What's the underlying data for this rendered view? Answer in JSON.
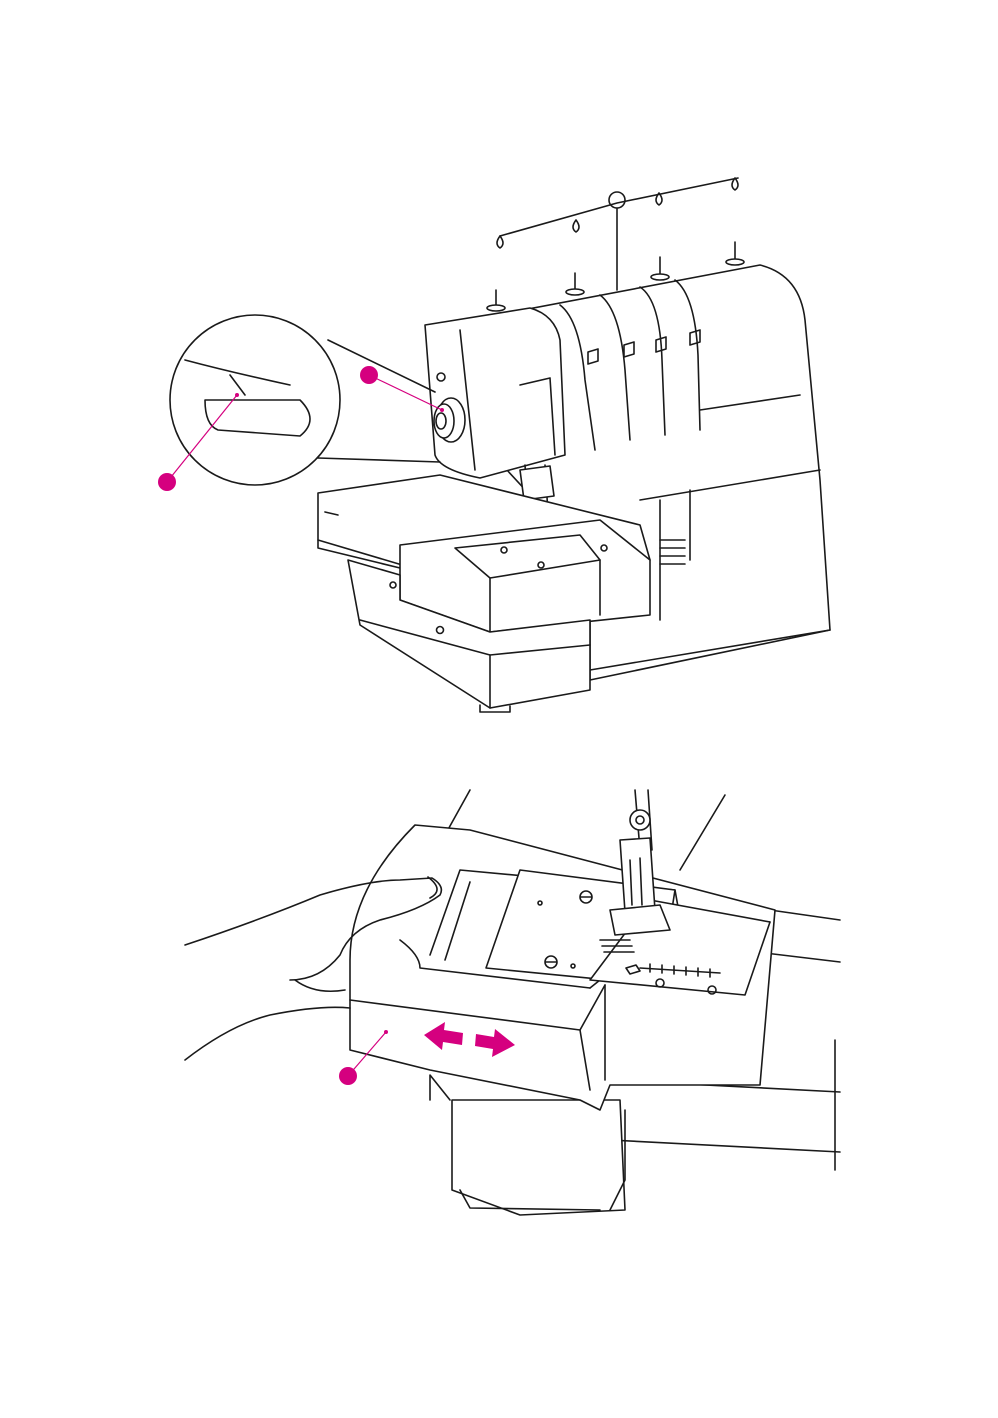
{
  "colors": {
    "accent": "#d5007f",
    "line": "#1a1a1a",
    "background": "#ffffff"
  },
  "figures": [
    {
      "id": "top",
      "subject": "overlocker-machine",
      "callouts": [
        {
          "marker": "pointer-dot",
          "target": "handwheel"
        },
        {
          "marker": "pointer-dot",
          "target": "detail-notch"
        }
      ],
      "icons": [
        "thread-stand-icon",
        "handwheel-icon",
        "magnifier-detail-icon"
      ]
    },
    {
      "id": "bottom",
      "subject": "free-arm-cover-slide",
      "callouts": [
        {
          "marker": "pointer-dot",
          "target": "free-arm-cover"
        }
      ],
      "icons": [
        "hand-icon",
        "arrow-left-icon",
        "arrow-right-icon"
      ]
    }
  ]
}
